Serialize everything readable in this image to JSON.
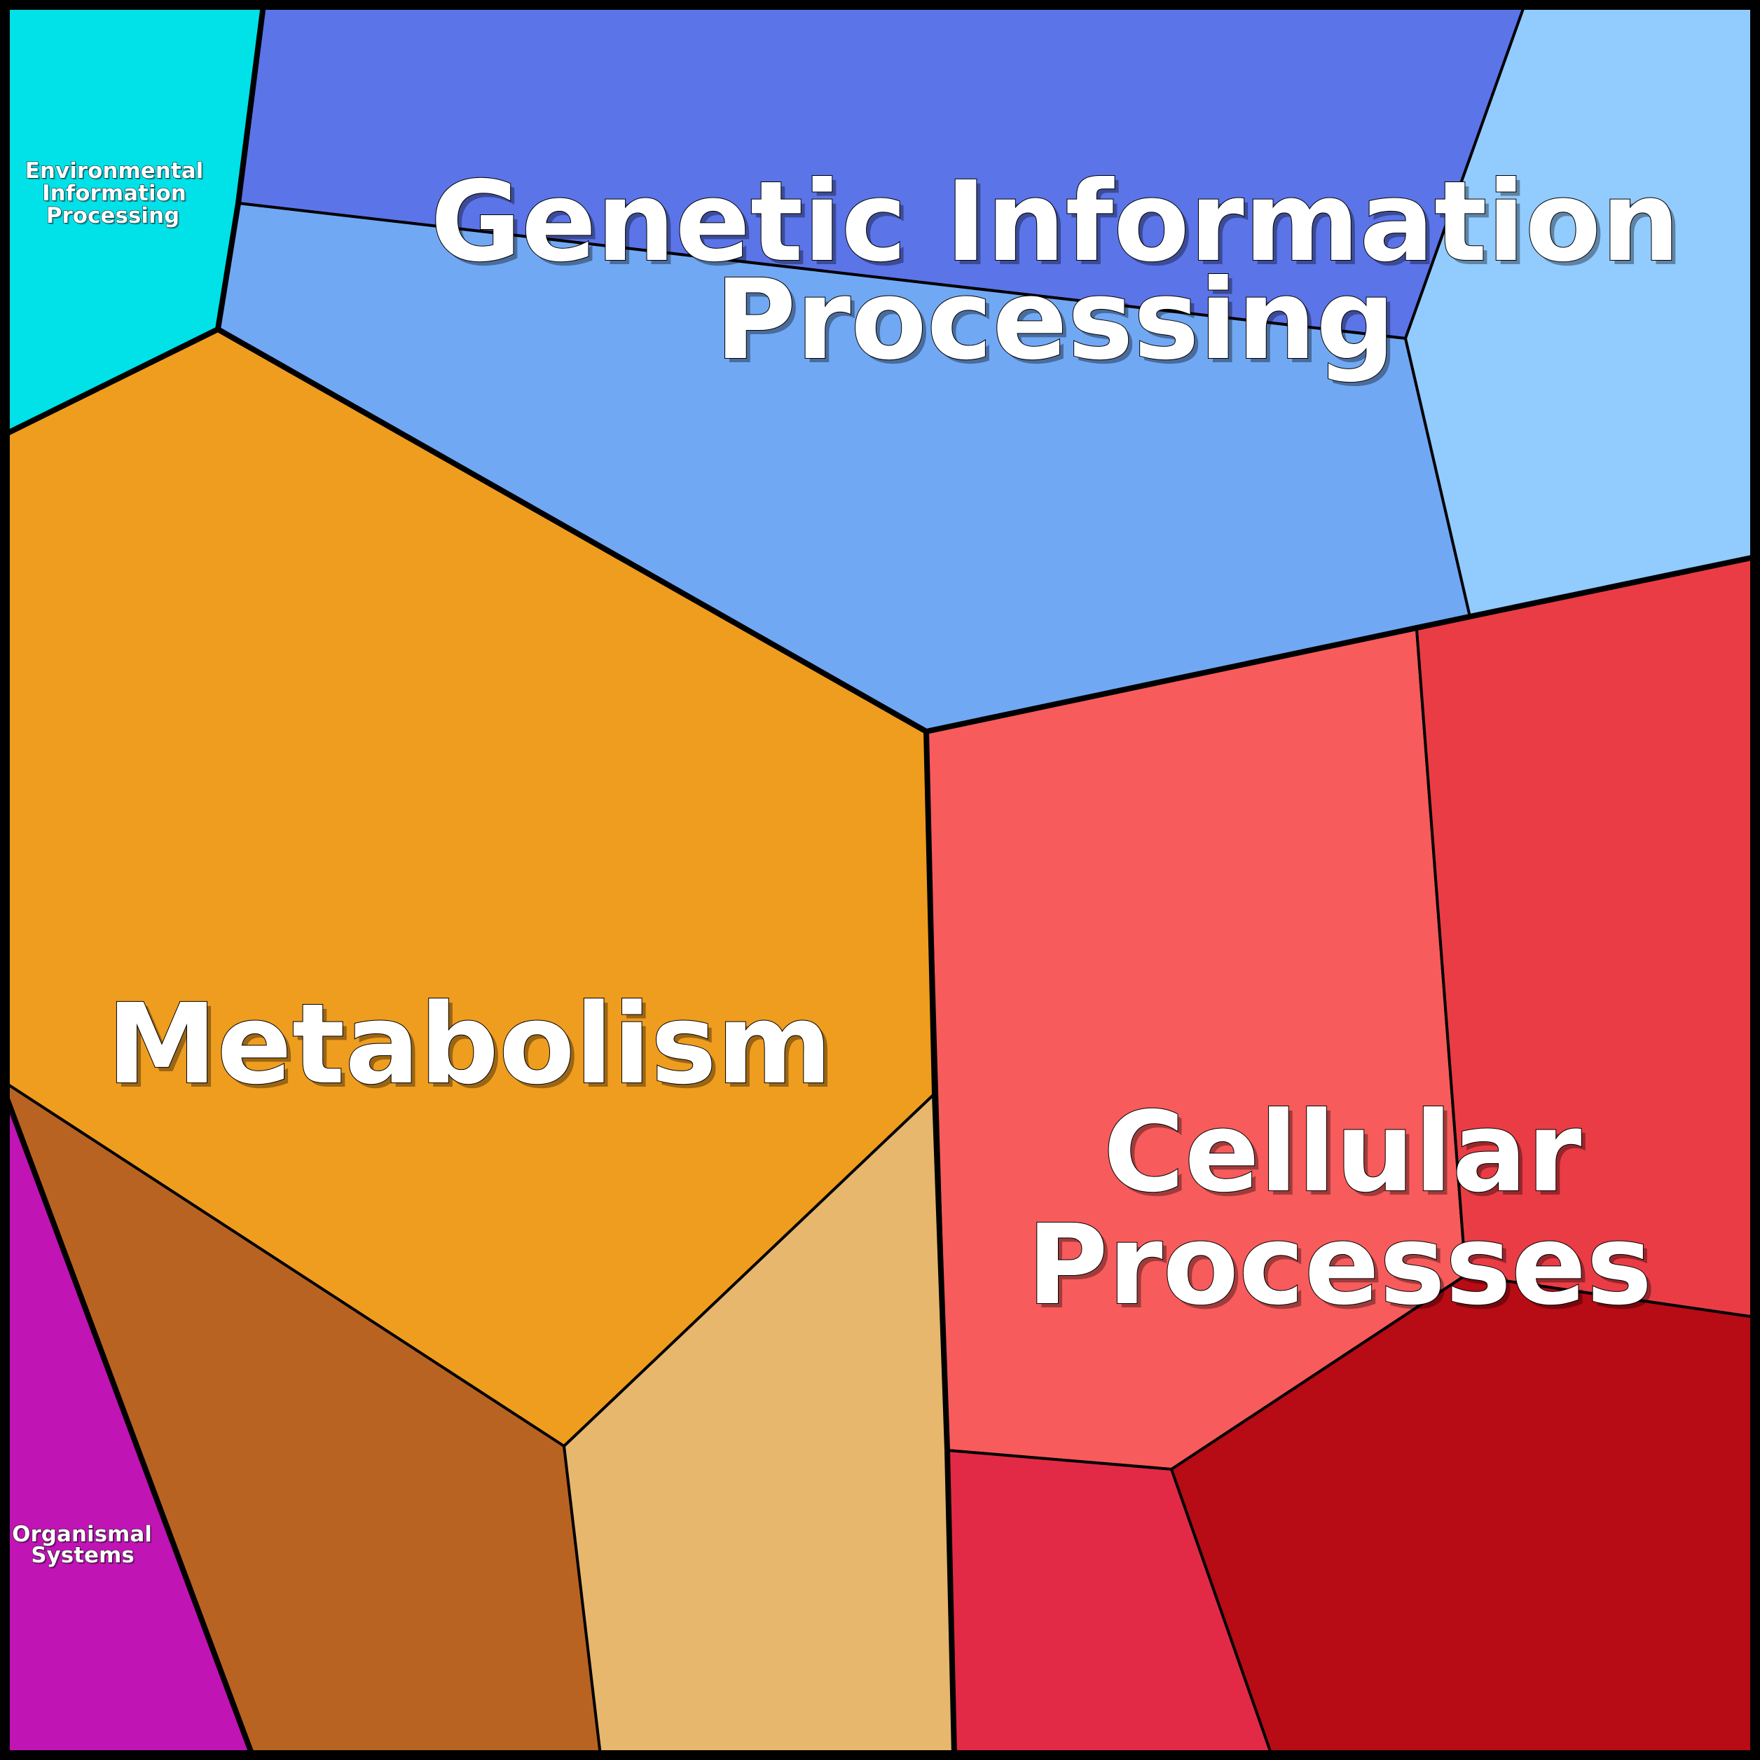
{
  "diagram": {
    "type": "voronoi-treemap",
    "groups": [
      {
        "id": "genetic",
        "label_lines": [
          "Genetic Information",
          "Processing"
        ],
        "color": "#5b74e8"
      },
      {
        "id": "metabolism",
        "label_lines": [
          "Metabolism"
        ],
        "color": "#ef9d1f"
      },
      {
        "id": "cellular",
        "label_lines": [
          "Cellular",
          "Processes"
        ],
        "color": "#f75b5b"
      },
      {
        "id": "environmental",
        "label_lines": [
          "Environmental",
          "Information",
          "Processing"
        ],
        "color": "#00e1e8"
      },
      {
        "id": "organismal",
        "label_lines": [
          "Organismal",
          "Systems"
        ],
        "color": "#c014b5"
      }
    ],
    "cell_colors": {
      "environmental": "#00e1e8",
      "genetic_top": "#5b74e8",
      "genetic_middle": "#71a8f3",
      "genetic_right": "#92cbfd",
      "metabolism_main": "#ef9d1f",
      "metabolism_brown": "#b96322",
      "metabolism_tan": "#e7b76e",
      "organismal": "#c014b5",
      "cellular_main": "#f75b5b",
      "cellular_right": "#ea3c45",
      "cellular_crimson": "#e22a46",
      "cellular_dark": "#b70b15"
    }
  }
}
